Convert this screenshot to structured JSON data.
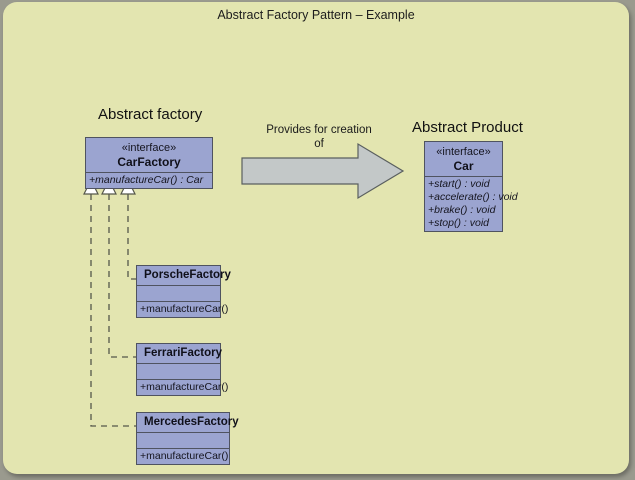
{
  "diagram": {
    "title": "Abstract Factory Pattern – Example",
    "labels": {
      "abstract_factory": "Abstract factory",
      "abstract_product": "Abstract Product"
    },
    "relation_arrow": {
      "caption_line1": "Provides for creation",
      "caption_line2": "of",
      "fill_color": "#c3c8c8",
      "border_color": "#5a5f5f"
    },
    "colors": {
      "canvas_background": "#e3e5b0",
      "outer_background": "#9a9a8e",
      "class_fill": "#9ba4d0",
      "class_border": "#4f5360",
      "connector": "#55574a"
    },
    "classes": {
      "car_factory": {
        "stereotype": "«interface»",
        "name": "CarFactory",
        "operations": [
          "+manufactureCar() : Car"
        ]
      },
      "car": {
        "stereotype": "«interface»",
        "name": "Car",
        "operations": [
          "+start() : void",
          "+accelerate() : void",
          "+brake() : void",
          "+stop() : void"
        ]
      },
      "porsche_factory": {
        "name": "PorscheFactory",
        "attributes": [],
        "operations": [
          "+manufactureCar()"
        ]
      },
      "ferrari_factory": {
        "name": "FerrariFactory",
        "attributes": [],
        "operations": [
          "+manufactureCar()"
        ]
      },
      "mercedes_factory": {
        "name": "MercedesFactory",
        "attributes": [],
        "operations": [
          "+manufactureCar()"
        ]
      }
    },
    "relationships": [
      {
        "type": "realization",
        "from": "PorscheFactory",
        "to": "CarFactory"
      },
      {
        "type": "realization",
        "from": "FerrariFactory",
        "to": "CarFactory"
      },
      {
        "type": "realization",
        "from": "MercedesFactory",
        "to": "CarFactory"
      },
      {
        "type": "dependency-arrow",
        "from": "CarFactory",
        "to": "Car"
      }
    ]
  }
}
